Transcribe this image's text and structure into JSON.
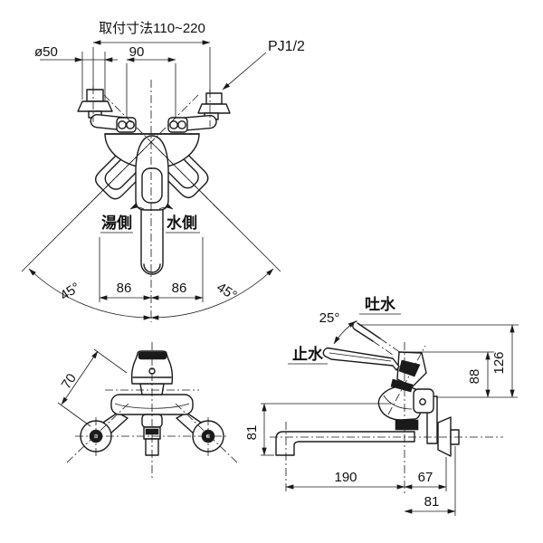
{
  "colors": {
    "line": "#1a1a1a",
    "background": "#ffffff"
  },
  "views": {
    "front": {
      "mounting_dim": "取付寸法110~220",
      "flange_diameter": "ø50",
      "inlet_spacing": "90",
      "thread_type": "PJ1/2",
      "hot_side": "湯側",
      "cold_side": "水側",
      "swing_angle_left": "45°",
      "swing_angle_right": "45°",
      "offset_left": "86",
      "offset_right": "86"
    },
    "top": {
      "body_depth": "70"
    },
    "side": {
      "discharge": "吐水",
      "shutoff": "止水",
      "lever_angle": "25°",
      "height_closed": "88",
      "height_open": "126",
      "spout_height": "81",
      "spout_reach": "190",
      "center_to_wall": "67",
      "pipe_length": "81"
    }
  }
}
